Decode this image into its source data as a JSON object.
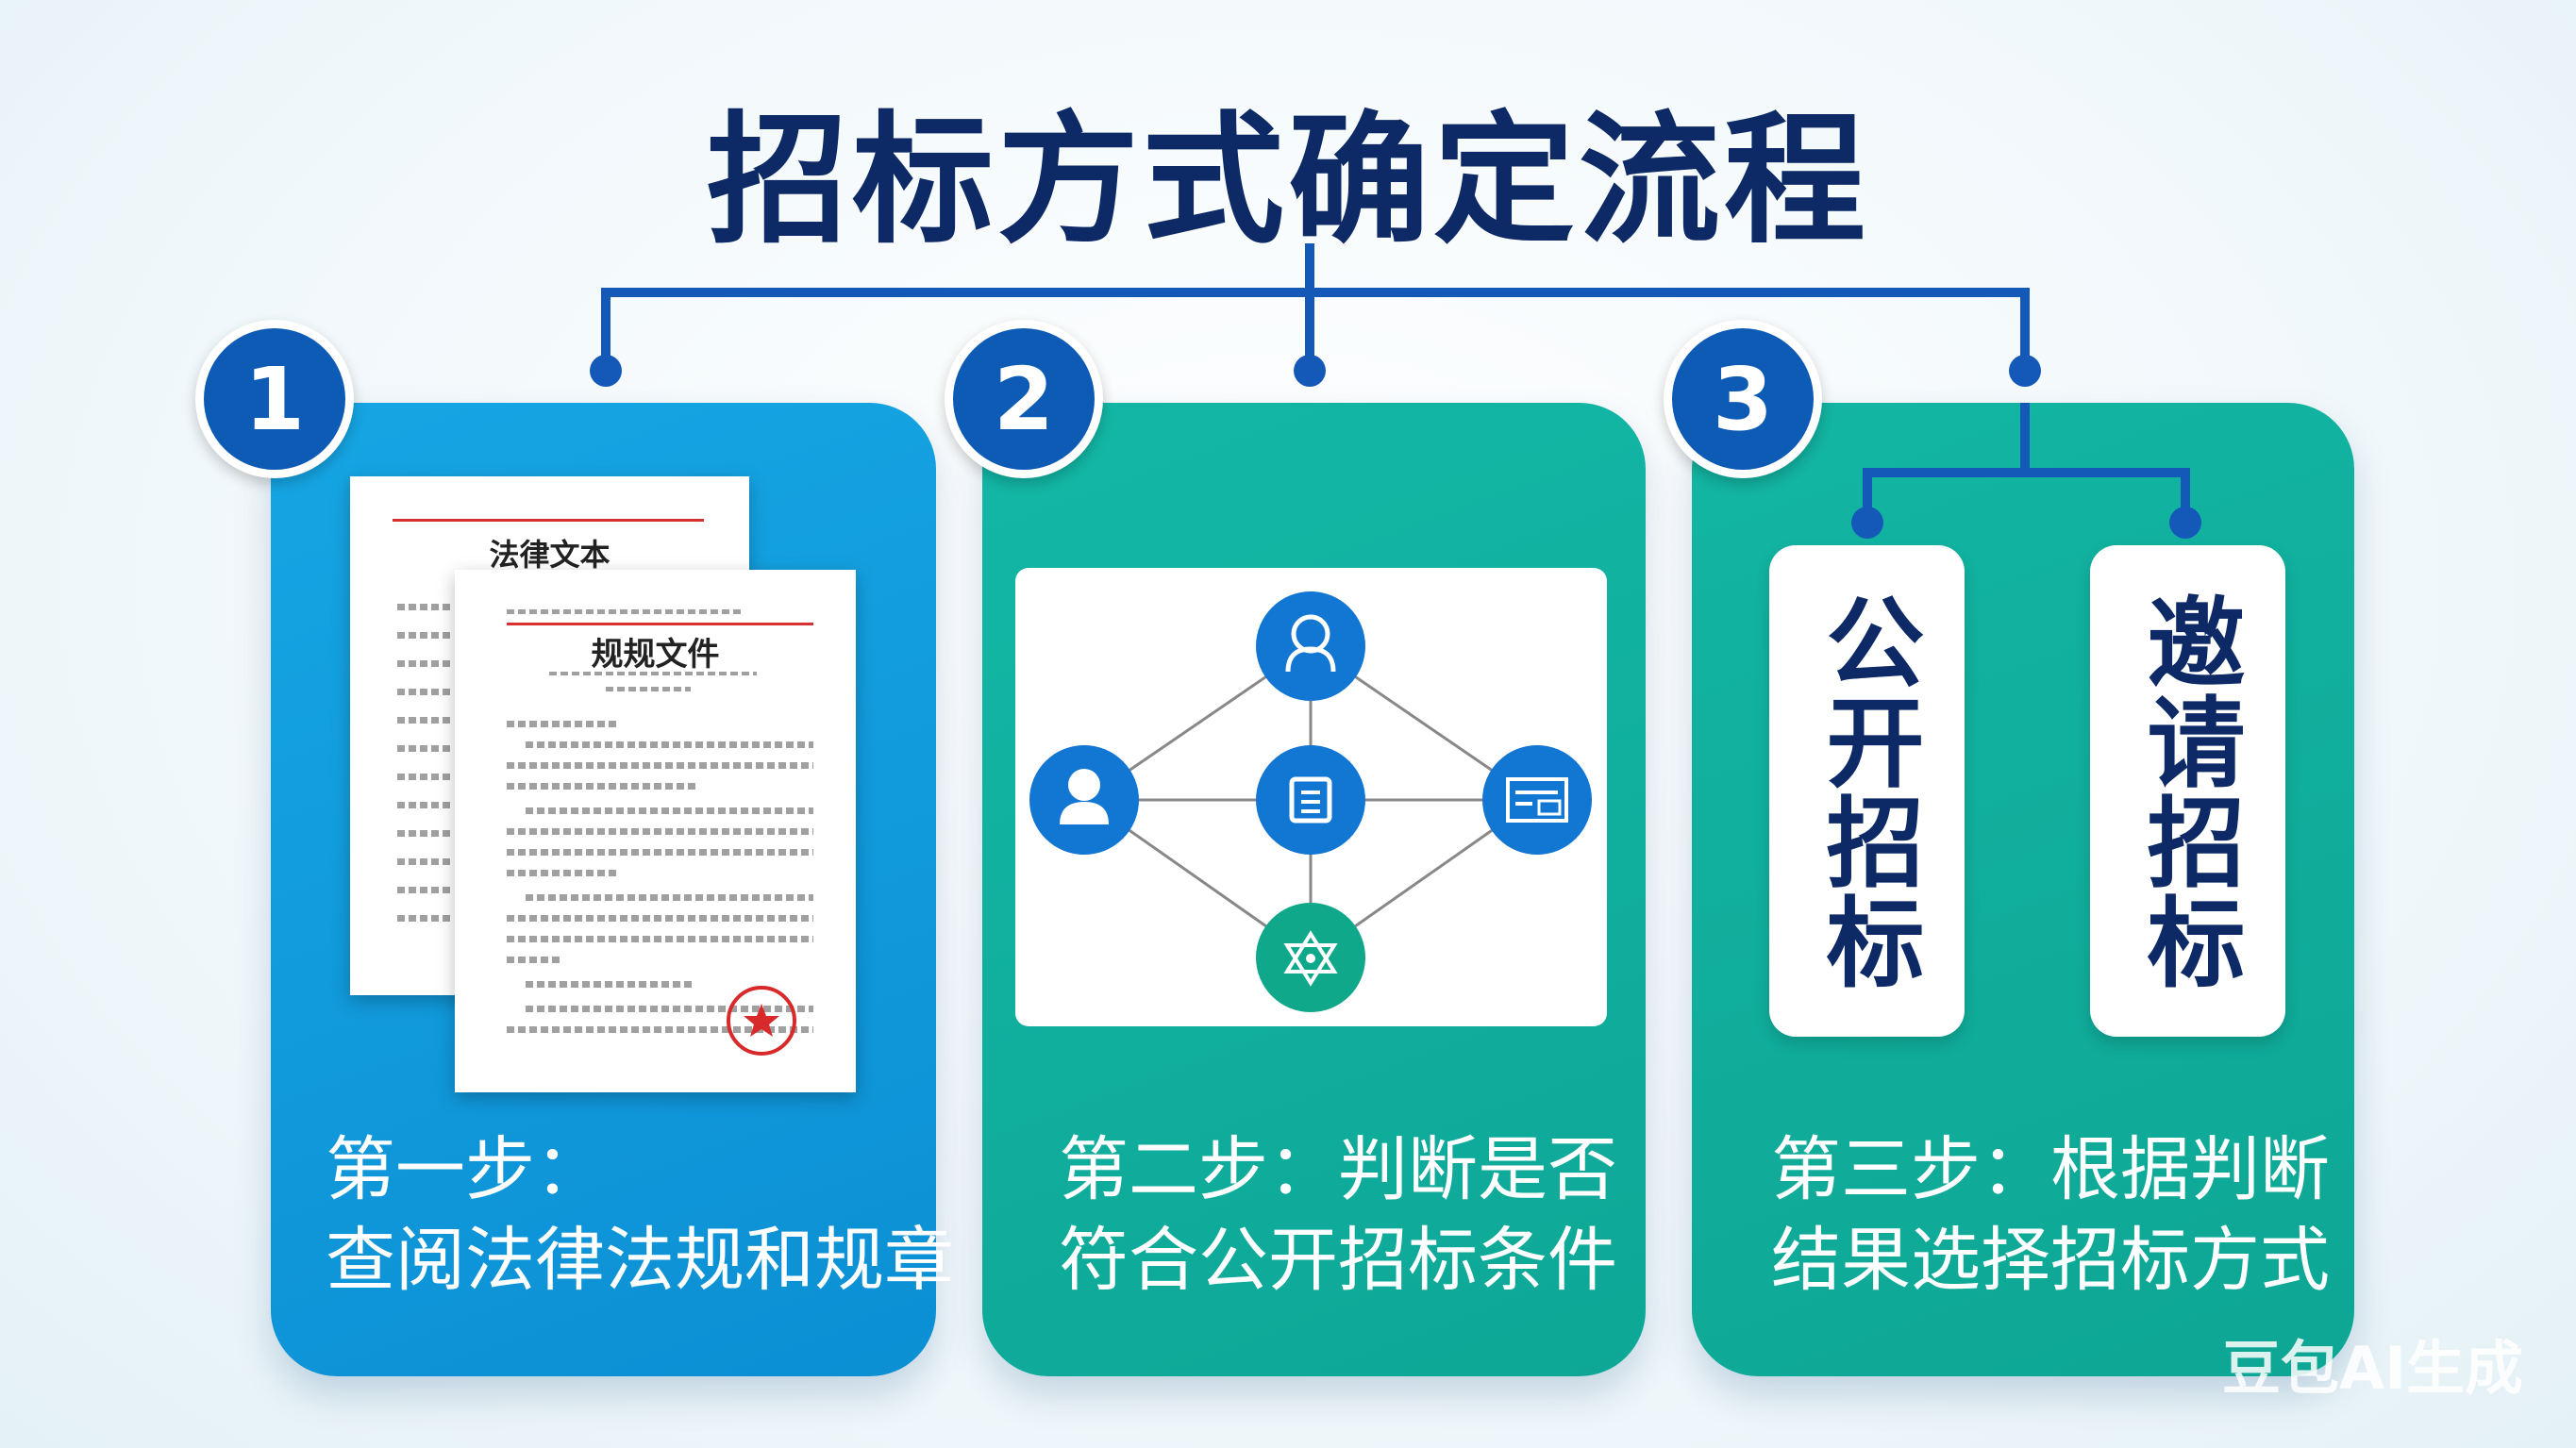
{
  "title": "招标方式确定流程",
  "colors": {
    "title": "#0d2a66",
    "connector": "#1559b8",
    "step1": "#0e9ad9",
    "step2": "#11b0a0",
    "step3": "#11ad9c",
    "badge": "#0d5bb5"
  },
  "steps": [
    {
      "number": "1",
      "line1": "第一步：",
      "line2": "查阅法律法规和规章",
      "documents": {
        "back_title": "法律文本",
        "front_title": "规规文件",
        "icon": "red-seal-stamp"
      }
    },
    {
      "number": "2",
      "line1": "第二步：判断是否",
      "line2": "符合公开招标条件",
      "network_icons": [
        "user-outline-icon",
        "user-solid-icon",
        "document-center-icon",
        "dashboard-icon",
        "settings-gear-icon"
      ]
    },
    {
      "number": "3",
      "line1": "第三步：根据判断",
      "line2": "结果选择招标方式",
      "options": [
        "公开招标",
        "邀请招标"
      ]
    }
  ],
  "watermark": "豆包AI生成"
}
